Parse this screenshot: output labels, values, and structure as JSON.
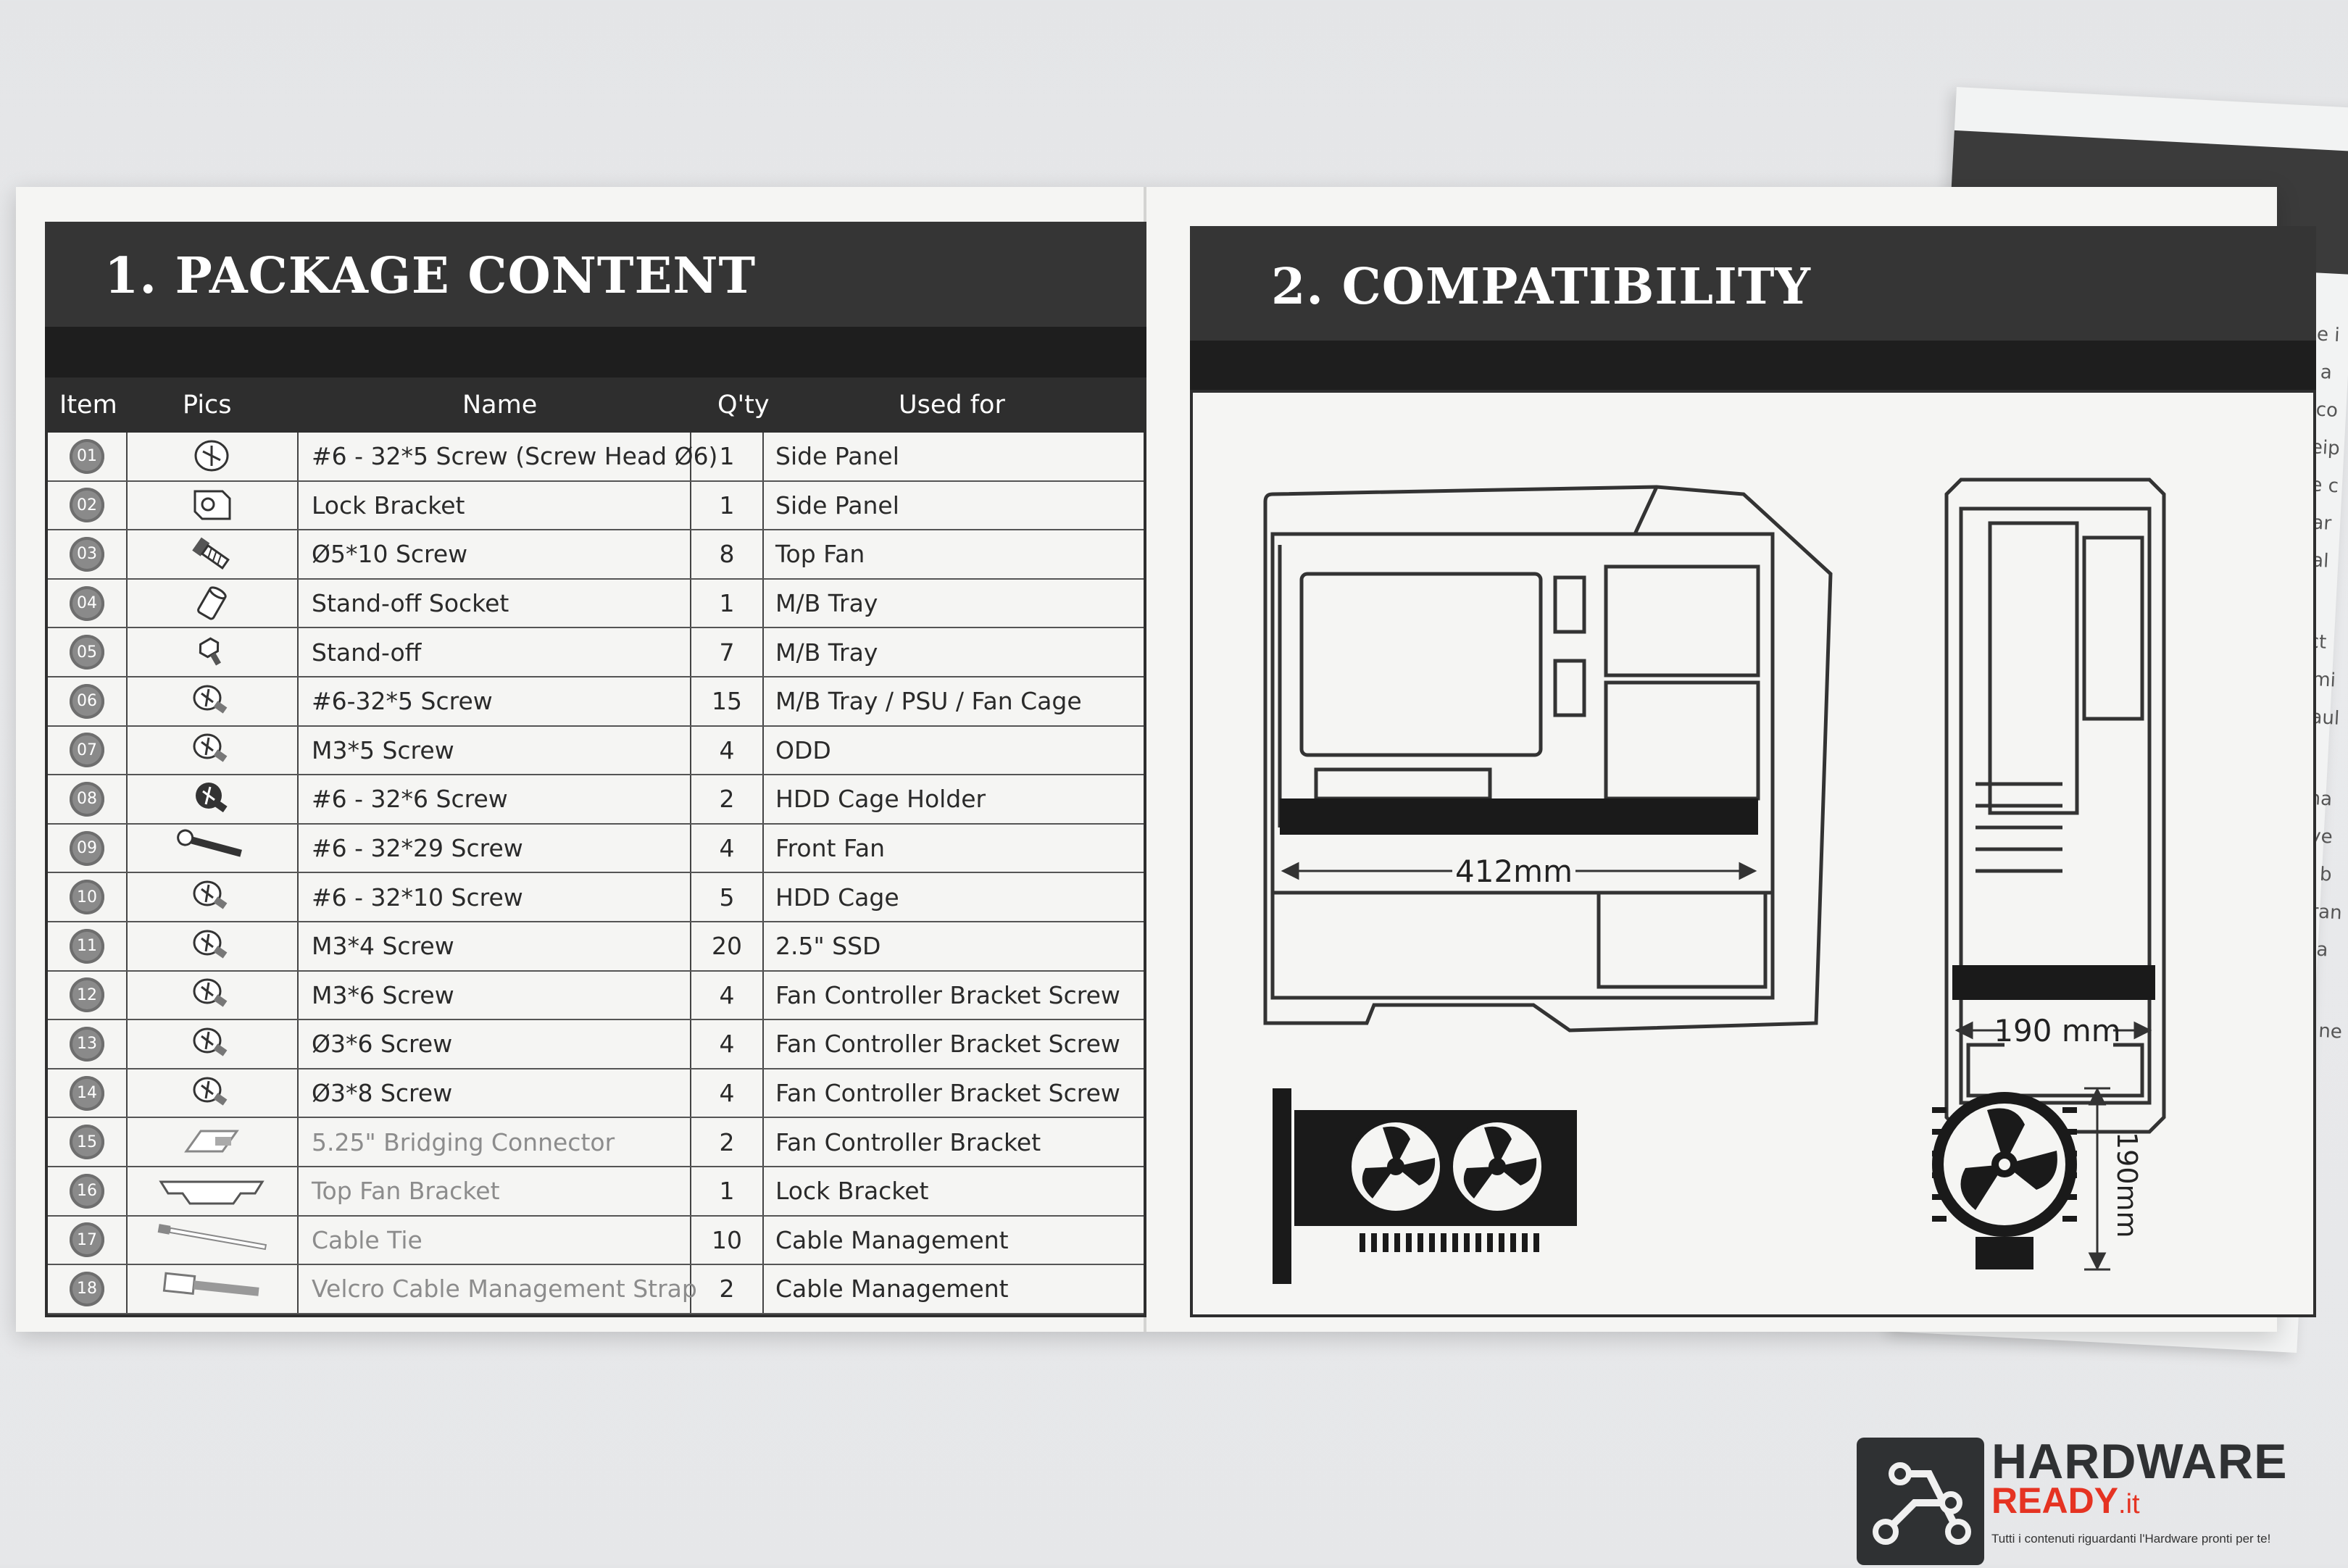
{
  "package_content": {
    "title": "1. PACKAGE CONTENT",
    "headers": {
      "item": "Item",
      "pics": "Pics",
      "name": "Name",
      "qty": "Q'ty",
      "used_for": "Used for"
    },
    "rows": [
      {
        "item": "01",
        "name": "#6 - 32*5 Screw (Screw Head Ø6)",
        "qty": "1",
        "used_for": "Side Panel",
        "pic_icon": "pan-screw-icon"
      },
      {
        "item": "02",
        "name": "Lock Bracket",
        "qty": "1",
        "used_for": "Side Panel",
        "pic_icon": "lock-bracket-icon"
      },
      {
        "item": "03",
        "name": "Ø5*10 Screw",
        "qty": "8",
        "used_for": "Top Fan",
        "pic_icon": "long-screw-icon"
      },
      {
        "item": "04",
        "name": "Stand-off Socket",
        "qty": "1",
        "used_for": "M/B Tray",
        "pic_icon": "socket-icon"
      },
      {
        "item": "05",
        "name": "Stand-off",
        "qty": "7",
        "used_for": "M/B Tray",
        "pic_icon": "standoff-icon"
      },
      {
        "item": "06",
        "name": "#6-32*5 Screw",
        "qty": "15",
        "used_for": "M/B Tray  / PSU / Fan Cage",
        "pic_icon": "screw-icon"
      },
      {
        "item": "07",
        "name": "M3*5 Screw",
        "qty": "4",
        "used_for": "ODD",
        "pic_icon": "screw-icon"
      },
      {
        "item": "08",
        "name": "#6 - 32*6 Screw",
        "qty": "2",
        "used_for": "HDD Cage Holder",
        "pic_icon": "thumb-screw-icon"
      },
      {
        "item": "09",
        "name": "#6 - 32*29 Screw",
        "qty": "4",
        "used_for": "Front Fan",
        "pic_icon": "long-bolt-icon"
      },
      {
        "item": "10",
        "name": "#6 - 32*10 Screw",
        "qty": "5",
        "used_for": "HDD Cage",
        "pic_icon": "screw-icon"
      },
      {
        "item": "11",
        "name": "M3*4 Screw",
        "qty": "20",
        "used_for": "2.5\" SSD",
        "pic_icon": "screw-icon"
      },
      {
        "item": "12",
        "name": "M3*6 Screw",
        "qty": "4",
        "used_for": "Fan Controller Bracket Screw",
        "pic_icon": "screw-icon"
      },
      {
        "item": "13",
        "name": "Ø3*6 Screw",
        "qty": "4",
        "used_for": "Fan Controller Bracket Screw",
        "pic_icon": "screw-icon"
      },
      {
        "item": "14",
        "name": "Ø3*8 Screw",
        "qty": "4",
        "used_for": "Fan Controller Bracket Screw",
        "pic_icon": "screw-icon"
      },
      {
        "item": "15",
        "name": "5.25\" Bridging Connector",
        "qty": "2",
        "used_for": "Fan Controller Bracket",
        "pic_icon": "bridge-connector-icon"
      },
      {
        "item": "16",
        "name": "Top Fan Bracket",
        "qty": "1",
        "used_for": "Lock Bracket",
        "pic_icon": "fan-bracket-icon"
      },
      {
        "item": "17",
        "name": "Cable Tie",
        "qty": "10",
        "used_for": "Cable Management",
        "pic_icon": "cable-tie-icon"
      },
      {
        "item": "18",
        "name": "Velcro Cable Management Strap",
        "qty": "2",
        "used_for": "Cable Management",
        "pic_icon": "velcro-strap-icon"
      }
    ]
  },
  "compatibility": {
    "title": "2. COMPATIBILITY",
    "gpu_length": "412mm",
    "case_width": "190 mm",
    "cooler_height": "190mm"
  },
  "side_page_fragments": [
    "ce i",
    "s a",
    "t co",
    "ceip",
    "ge c",
    "war",
    "stal",
    "fect",
    "e, mi",
    "e faul",
    "terna",
    "ne ye",
    "ded b",
    "warran",
    "preva",
    "ts or ne",
    "riod,"
  ],
  "logo": {
    "brand_top": "HARDWARE",
    "brand_bottom": "READY",
    "brand_suffix": ".it",
    "tagline": "Tutti i contenuti riguardanti l'Hardware pronti per te!"
  },
  "colors": {
    "dark_band": "#353535",
    "logo_red": "#e53322",
    "paper": "#f5f5f3"
  }
}
